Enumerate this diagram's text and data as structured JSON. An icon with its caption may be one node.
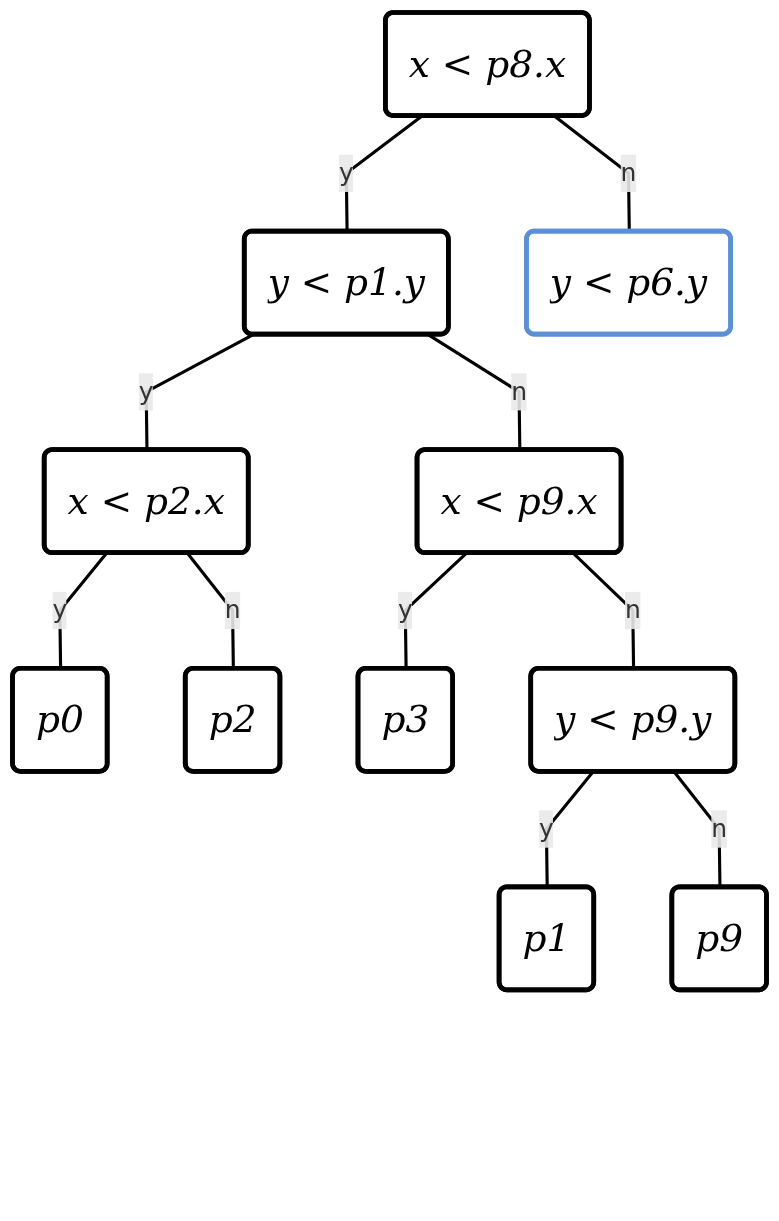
{
  "diagram": {
    "nodes": [
      {
        "text": [
          "x < p8.x"
        ]
      },
      {
        "text": [
          "y < p1.y"
        ]
      },
      {
        "text": [
          "y < p6.y"
        ]
      },
      {
        "text": [
          "x < p2.x"
        ]
      },
      {
        "text": [
          "x < p9.x"
        ]
      },
      {
        "text": [
          "p0"
        ]
      },
      {
        "text": [
          "p2"
        ]
      },
      {
        "text": [
          "p3"
        ]
      },
      {
        "text": [
          "y < p9.y"
        ]
      },
      {
        "text": [
          "p1"
        ]
      },
      {
        "text": [
          "p9"
        ]
      }
    ],
    "edges": [
      {
        "from": 0,
        "to": 1,
        "arrow": "none",
        "label": "y"
      },
      {
        "from": 0,
        "to": 2,
        "arrow": "none",
        "label": "n"
      },
      {
        "from": 1,
        "to": 3,
        "arrow": "none",
        "label": "y"
      },
      {
        "from": 1,
        "to": 4,
        "arrow": "none",
        "label": "n"
      },
      {
        "from": 3,
        "to": 5,
        "arrow": "none",
        "label": "y"
      },
      {
        "from": 3,
        "to": 6,
        "arrow": "none",
        "label": "n"
      },
      {
        "from": 4,
        "to": 7,
        "arrow": "none",
        "label": "y"
      },
      {
        "from": 4,
        "to": 8,
        "arrow": "none",
        "label": "n"
      },
      {
        "from": 8,
        "to": 9,
        "arrow": "none",
        "label": "y"
      },
      {
        "from": 8,
        "to": 10,
        "arrow": "none",
        "label": "n"
      }
    ]
  }
}
